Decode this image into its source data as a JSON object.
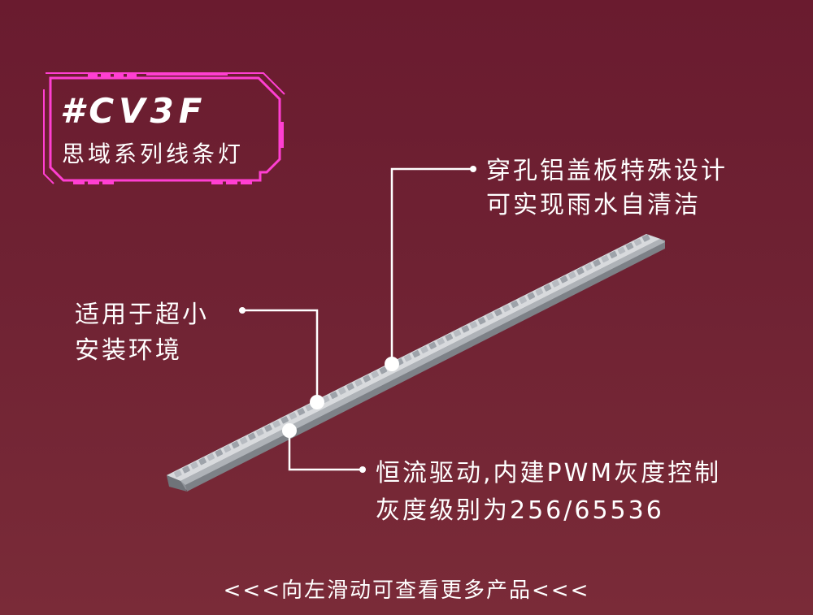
{
  "badge": {
    "product_code": "#CV3F",
    "product_name": "思域系列线条灯",
    "frame_color": "#ff3fd2"
  },
  "callouts": {
    "top": {
      "line1": "穿孔铝盖板特殊设计",
      "line2": "可实现雨水自清洁"
    },
    "left": {
      "line1": "适用于超小",
      "line2": "安装环境"
    },
    "bottom": {
      "line1": "恒流驱动,内建PWM灰度控制",
      "line2": "灰度级别为256/65536"
    }
  },
  "footer": {
    "swipe_hint": "<<<向左滑动可查看更多产品<<<"
  },
  "colors": {
    "background_top": "#6a1b2f",
    "background_bottom": "#7a2b38",
    "text": "#ffffff",
    "leader_line": "#ffffff",
    "fixture_body": "#c9ccd1"
  }
}
